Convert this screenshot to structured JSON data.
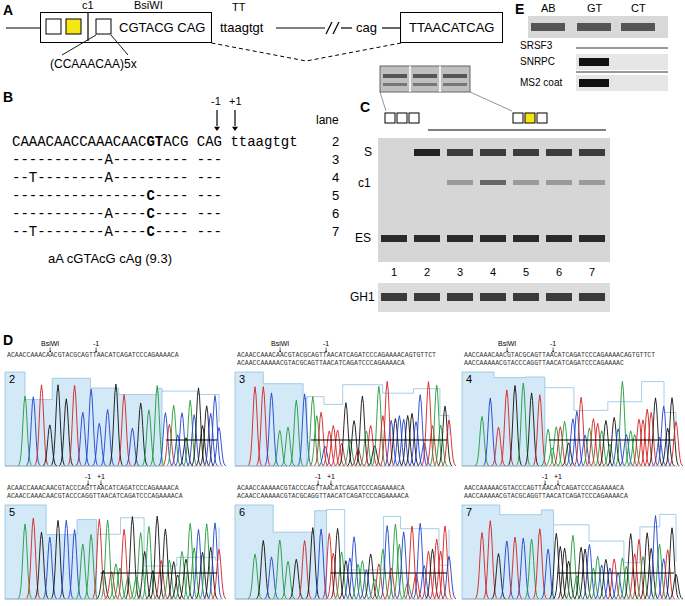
{
  "diagram": {
    "nodes": [
      {
        "text": [
          "CGTACG CAG"
        ]
      },
      {
        "text": [
          "TTAACATCAG"
        ]
      }
    ],
    "edges": [
      {
        "from": 0,
        "to": 1,
        "arrow": "none"
      }
    ],
    "labels": [
      "A",
      "c1",
      "BsiWI",
      "TT",
      "ttaagtgt",
      "cag",
      "(CCAAACAA)5x",
      "B",
      "-1",
      "+1",
      "lane",
      "CAAACAACCAAACAAC",
      "GT",
      "ACG CAG ttaagtgt",
      "2",
      "-----------A--------- ---",
      "3",
      "--T--------A--------- ---",
      "4",
      "----------------",
      "C",
      "---- ---",
      "5",
      "-----------A----",
      "C",
      "---- ---",
      "6",
      "--T--------A----",
      "C",
      "---- ---",
      "7",
      "aA cGTAcG cAg (9.3)",
      "C",
      "S",
      "c1",
      "ES",
      "1",
      "2",
      "3",
      "4",
      "5",
      "6",
      "7",
      "GH1",
      "E",
      "AB",
      "GT",
      "CT",
      "SRSF3",
      "SNRPC",
      "MS2 coat",
      "D",
      "2",
      "BsiWI",
      "-1",
      "ACAACCAAACAACGTACGCAGTTAACATCAGATCCCAGAAAACA",
      "3",
      "BsiWI",
      "-1",
      "ACAACCAAACAACGTACGCAGTTAACATCAGATCCCAGAAAACAGTGTTCT",
      "ACAACCAAAAACGTACGCAGTTAACATCAGATCCCAGAAAACA",
      "4",
      "BsiWI",
      "-1",
      "AACCAAACAACGTACGCAGTTAACATCAGATCCCAGAAAACAGTGTTCT",
      "AACCAAAAACGTACCCAGGTTAACATCAGATCCCAGAAAAC",
      "5",
      "-1",
      "+1",
      "ACAACCAAACAACGTACCCAGTTAACATCAGATCCCAGAAAACA",
      "ACAACCAAACAACGTACCCAGGTTAACATCAGATCCCAGAAAACA",
      "6",
      "-1",
      "+1",
      "ACAACCAAAAACGTACCCAGTTAACATCAGATCCCAGAAAACA",
      "ACAACCAAAAACGTACGCAGGTTAACATCAGATCCCAGAAAACA",
      "7",
      "-1",
      "+1",
      "AACCAAAAACGTACCCAGTTAACATCAGATCCCAGAAAACA",
      "AACCAAAAACGTACGCAGGTTAACATCAGATCCCAGAAAACA"
    ]
  }
}
